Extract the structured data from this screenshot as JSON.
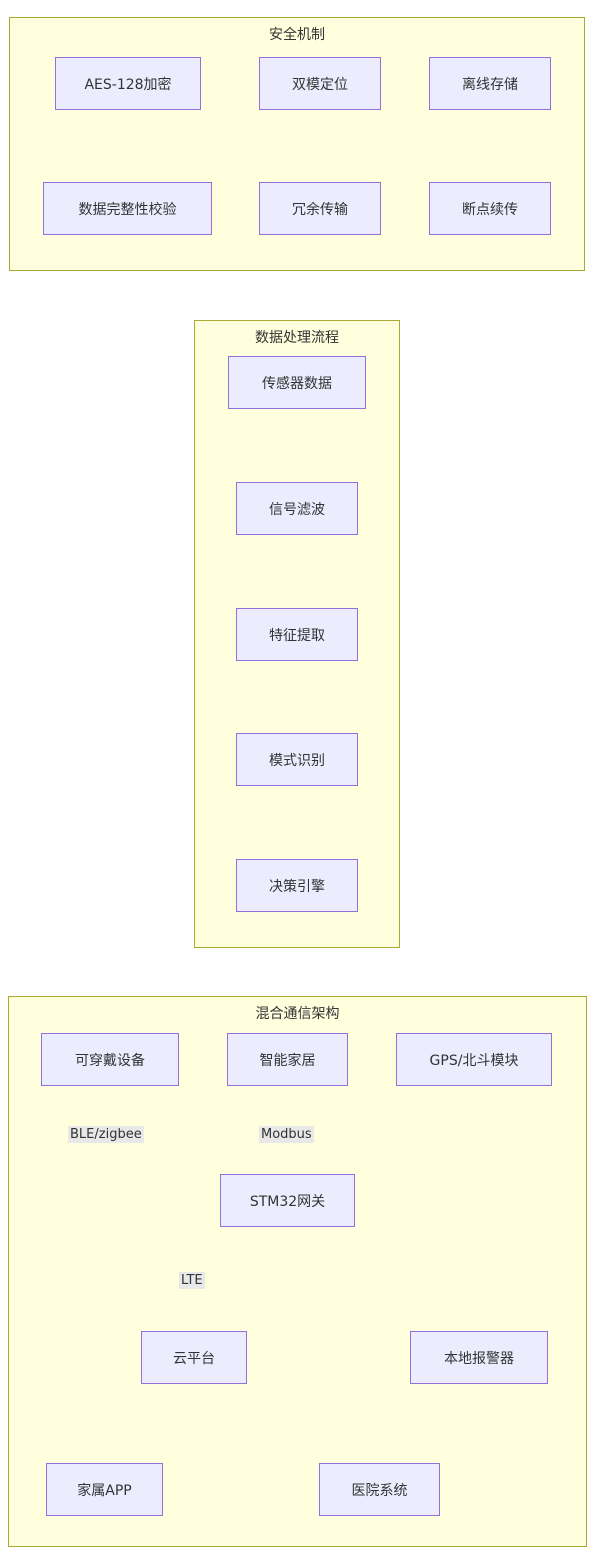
{
  "security": {
    "title": "安全机制",
    "nodes": {
      "aes": "AES-128加密",
      "integrity": "数据完整性校验",
      "dual_mode": "双模定位",
      "redundant": "冗余传输",
      "offline": "离线存储",
      "resume": "断点续传"
    }
  },
  "processing": {
    "title": "数据处理流程",
    "steps": [
      "传感器数据",
      "信号滤波",
      "特征提取",
      "模式识别",
      "决策引擎"
    ]
  },
  "comm": {
    "title": "混合通信架构",
    "nodes": {
      "wearable": "可穿戴设备",
      "smart_home": "智能家居",
      "gps": "GPS/北斗模块",
      "gateway": "STM32网关",
      "cloud": "云平台",
      "alarm": "本地报警器",
      "family_app": "家属APP",
      "hospital": "医院系统"
    },
    "edge_labels": {
      "ble": "BLE/zigbee",
      "modbus": "Modbus",
      "lte": "LTE"
    }
  },
  "colors": {
    "cluster_fill": "#ffffde",
    "cluster_border": "#aaaa33",
    "node_fill": "#ececff",
    "node_border": "#9370db",
    "edge": "#333333",
    "edge_label_bg": "#e8e8e8"
  }
}
